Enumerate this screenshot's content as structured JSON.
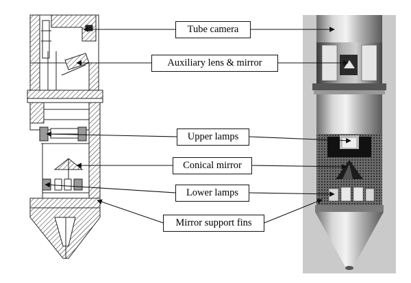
{
  "labels": {
    "tube_camera": "Tube camera",
    "auxiliary": "Auxiliary lens & mirror",
    "upper_lamps": "Upper lamps",
    "conical_mirror": "Conical mirror",
    "lower_lamps": "Lower lamps",
    "mirror_fins": "Mirror support fins"
  }
}
